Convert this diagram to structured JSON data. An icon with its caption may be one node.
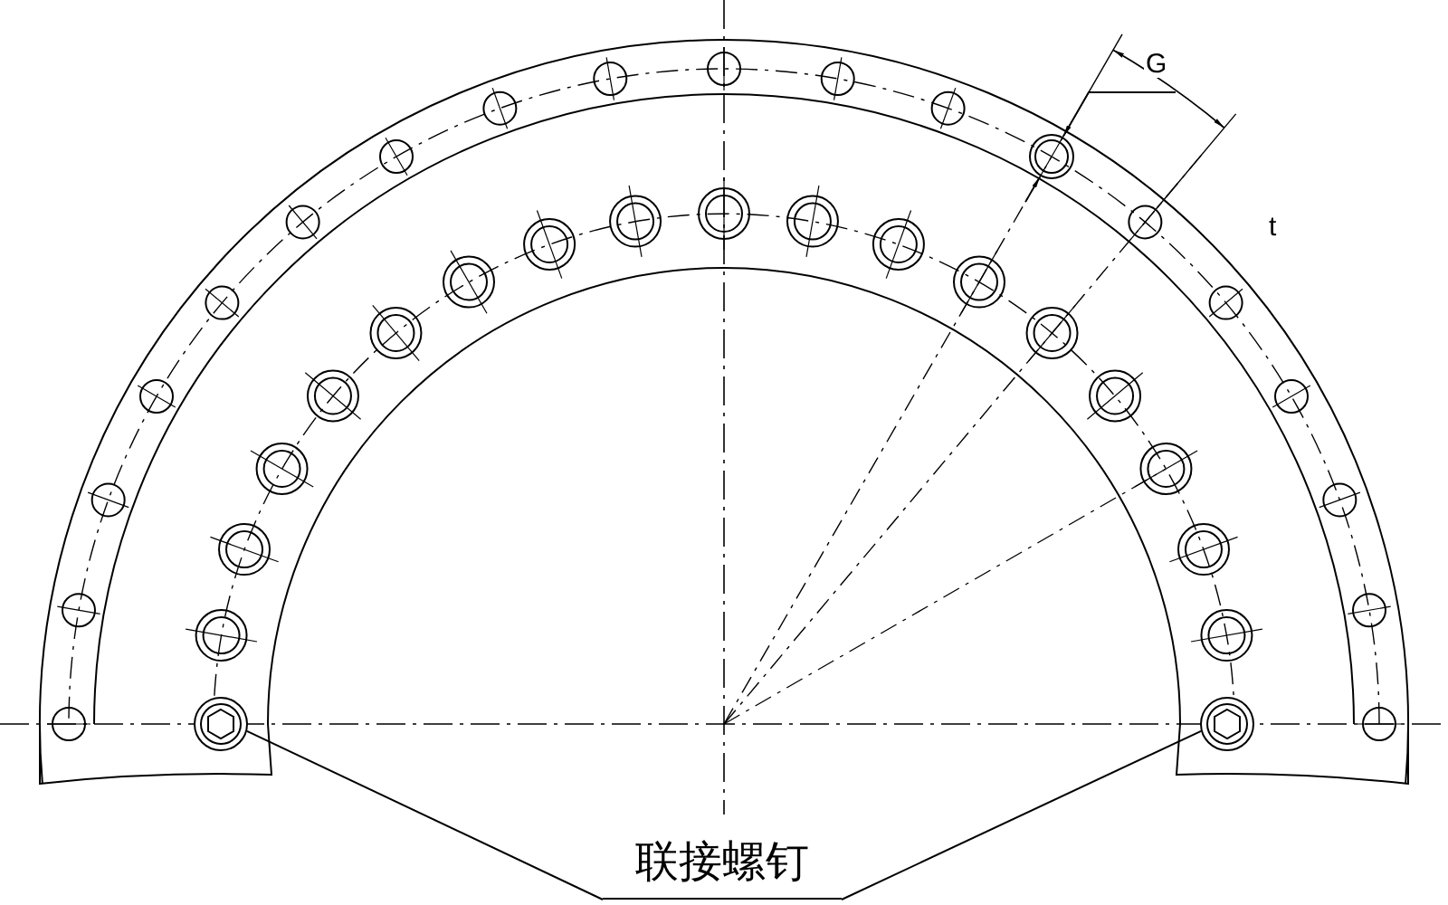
{
  "diagram": {
    "nodes": [
      {
        "text": [
          "联接螺钉"
        ]
      },
      {
        "text": [],
        "shape": "circle"
      },
      {
        "text": [],
        "shape": "circle"
      }
    ],
    "edges": [
      {
        "from": 0,
        "to": 1,
        "arrow": "none"
      },
      {
        "from": 0,
        "to": 2,
        "arrow": "none"
      }
    ],
    "labels": [
      "G",
      "t"
    ]
  }
}
